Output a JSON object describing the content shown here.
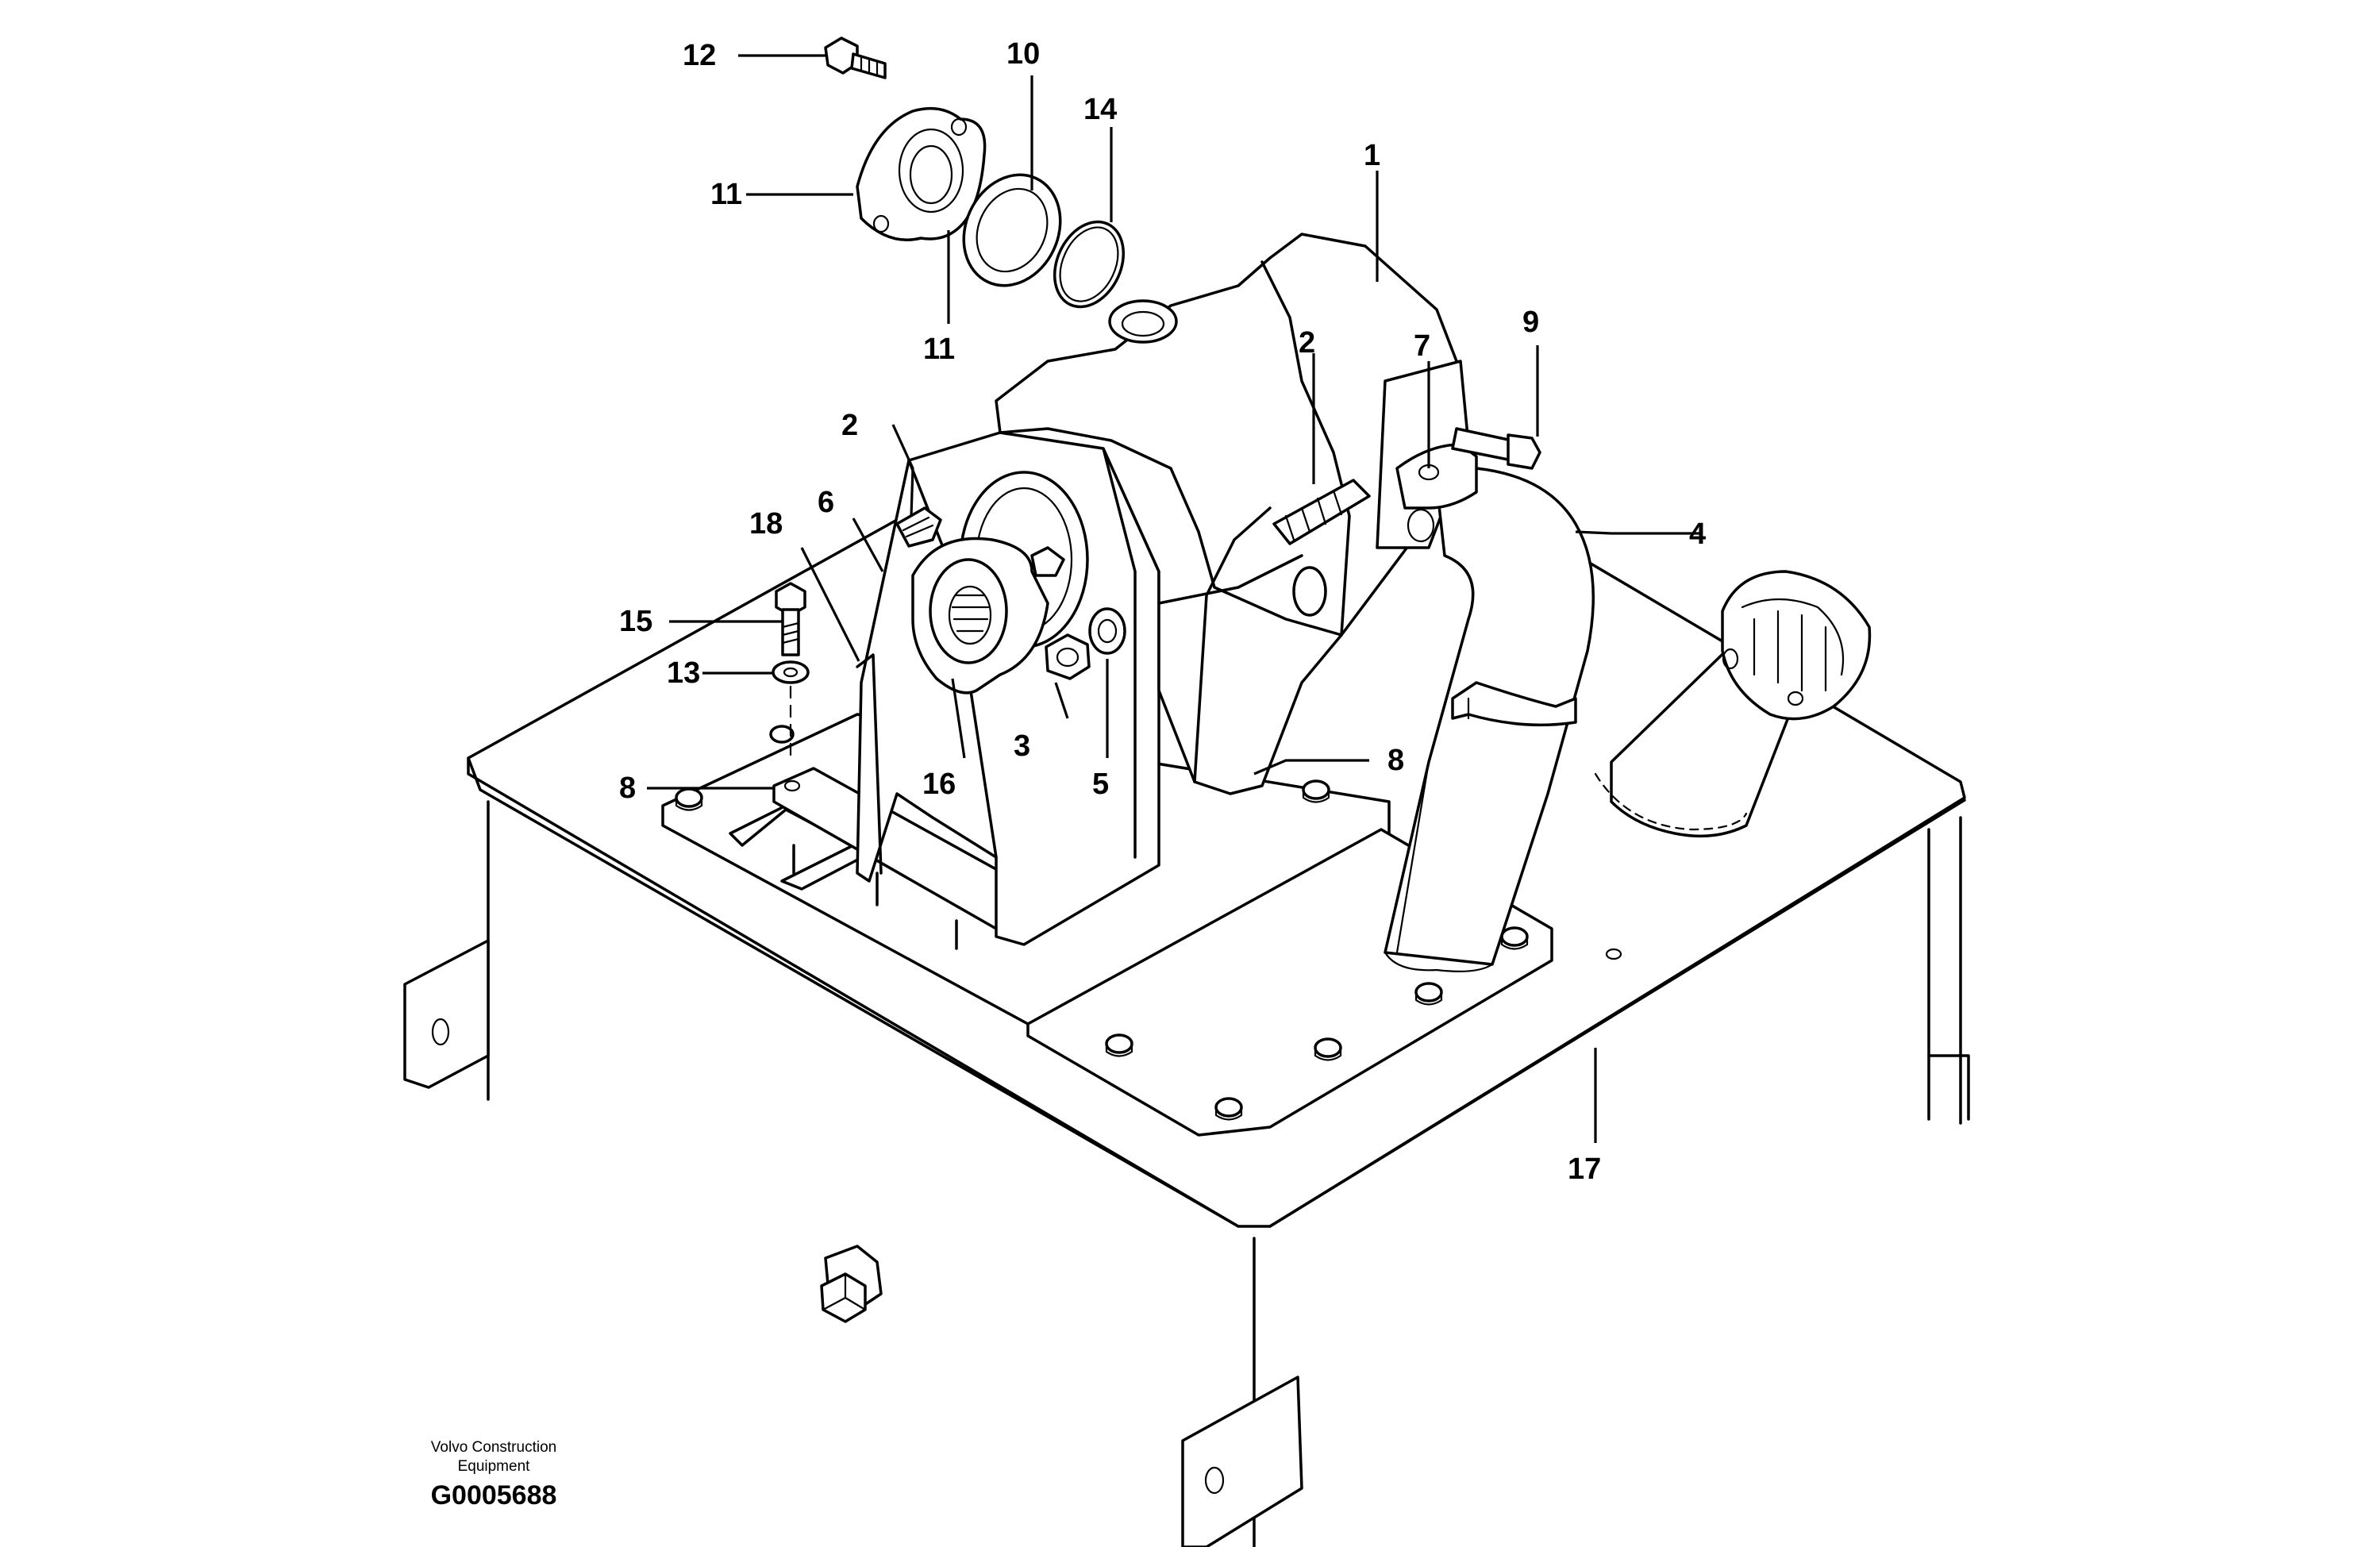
{
  "callouts": {
    "c1": "1",
    "c2a": "2",
    "c2b": "2",
    "c3": "3",
    "c4": "4",
    "c5": "5",
    "c6": "6",
    "c7": "7",
    "c8a": "8",
    "c8b": "8",
    "c9": "9",
    "c10": "10",
    "c11a": "11",
    "c11b": "11",
    "c12": "12",
    "c13": "13",
    "c14": "14",
    "c15": "15",
    "c16": "16",
    "c17": "17",
    "c18": "18"
  },
  "footer": {
    "credit_line1": "Volvo Construction",
    "credit_line2": "Equipment",
    "figure_code": "G0005688"
  },
  "colors": {
    "ink": "#000000",
    "paper": "#ffffff"
  }
}
